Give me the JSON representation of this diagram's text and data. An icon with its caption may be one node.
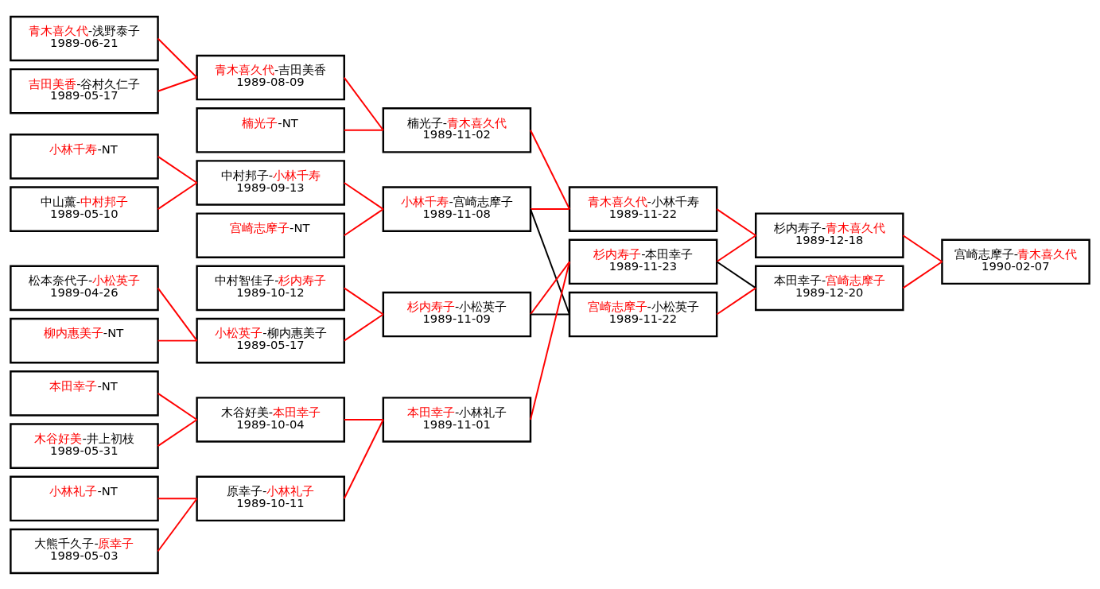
{
  "diagram": {
    "nodes": [
      {
        "text": [
          "青木喜久代-浅野泰子",
          "1989-06-21"
        ]
      },
      {
        "text": [
          "吉田美香-谷村久仁子",
          "1989-05-17"
        ]
      },
      {
        "text": [
          "小林千寿-NT"
        ]
      },
      {
        "text": [
          "中山薰-中村邦子",
          "1989-05-10"
        ]
      },
      {
        "text": [
          "松本奈代子-小松英子",
          "1989-04-26"
        ]
      },
      {
        "text": [
          "柳内惠美子-NT"
        ]
      },
      {
        "text": [
          "本田幸子-NT"
        ]
      },
      {
        "text": [
          "木谷好美-井上初枝",
          "1989-05-31"
        ]
      },
      {
        "text": [
          "小林礼子-NT"
        ]
      },
      {
        "text": [
          "大熊千久子-原幸子",
          "1989-05-03"
        ]
      },
      {
        "text": [
          "青木喜久代-吉田美香",
          "1989-08-09"
        ]
      },
      {
        "text": [
          "楠光子-NT"
        ]
      },
      {
        "text": [
          "中村邦子-小林千寿",
          "1989-09-13"
        ]
      },
      {
        "text": [
          "宫崎志摩子-NT"
        ]
      },
      {
        "text": [
          "中村智佳子-杉内寿子",
          "1989-10-12"
        ]
      },
      {
        "text": [
          "小松英子-柳内惠美子",
          "1989-05-17"
        ]
      },
      {
        "text": [
          "木谷好美-本田幸子",
          "1989-10-04"
        ]
      },
      {
        "text": [
          "原幸子-小林礼子",
          "1989-10-11"
        ]
      },
      {
        "text": [
          "楠光子-青木喜久代",
          "1989-11-02"
        ]
      },
      {
        "text": [
          "小林千寿-宫崎志摩子",
          "1989-11-08"
        ]
      },
      {
        "text": [
          "杉内寿子-小松英子",
          "1989-11-09"
        ]
      },
      {
        "text": [
          "本田幸子-小林礼子",
          "1989-11-01"
        ]
      },
      {
        "text": [
          "青木喜久代-小林千寿",
          "1989-11-22"
        ]
      },
      {
        "text": [
          "杉内寿子-本田幸子",
          "1989-11-23"
        ]
      },
      {
        "text": [
          "宫崎志摩子-小松英子",
          "1989-11-22"
        ]
      },
      {
        "text": [
          "杉内寿子-青木喜久代",
          "1989-12-18"
        ]
      },
      {
        "text": [
          "本田幸子-宫崎志摩子",
          "1989-12-20"
        ]
      },
      {
        "text": [
          "宫崎志摩子-青木喜久代",
          "1990-02-07"
        ]
      }
    ],
    "edges": [
      {
        "from": 0,
        "to": 10,
        "arrow": "none"
      },
      {
        "from": 1,
        "to": 10,
        "arrow": "none"
      },
      {
        "from": 2,
        "to": 12,
        "arrow": "none"
      },
      {
        "from": 3,
        "to": 12,
        "arrow": "none"
      },
      {
        "from": 4,
        "to": 15,
        "arrow": "none"
      },
      {
        "from": 5,
        "to": 15,
        "arrow": "none"
      },
      {
        "from": 6,
        "to": 16,
        "arrow": "none"
      },
      {
        "from": 7,
        "to": 16,
        "arrow": "none"
      },
      {
        "from": 8,
        "to": 17,
        "arrow": "none"
      },
      {
        "from": 9,
        "to": 17,
        "arrow": "none"
      },
      {
        "from": 10,
        "to": 18,
        "arrow": "none"
      },
      {
        "from": 11,
        "to": 18,
        "arrow": "none"
      },
      {
        "from": 12,
        "to": 19,
        "arrow": "none"
      },
      {
        "from": 13,
        "to": 19,
        "arrow": "none"
      },
      {
        "from": 14,
        "to": 20,
        "arrow": "none"
      },
      {
        "from": 15,
        "to": 20,
        "arrow": "none"
      },
      {
        "from": 16,
        "to": 21,
        "arrow": "none"
      },
      {
        "from": 17,
        "to": 21,
        "arrow": "none"
      },
      {
        "from": 18,
        "to": 22,
        "arrow": "none"
      },
      {
        "from": 19,
        "to": 22,
        "arrow": "none"
      },
      {
        "from": 20,
        "to": 23,
        "arrow": "none"
      },
      {
        "from": 21,
        "to": 23,
        "arrow": "none"
      },
      {
        "from": 19,
        "to": 24,
        "arrow": "none",
        "color": "#000000"
      },
      {
        "from": 20,
        "to": 24,
        "arrow": "none",
        "color": "#000000"
      },
      {
        "from": 22,
        "to": 25,
        "arrow": "none"
      },
      {
        "from": 23,
        "to": 25,
        "arrow": "none"
      },
      {
        "from": 23,
        "to": 26,
        "arrow": "none",
        "color": "#000000"
      },
      {
        "from": 24,
        "to": 26,
        "arrow": "none"
      },
      {
        "from": 25,
        "to": 27,
        "arrow": "none"
      },
      {
        "from": 26,
        "to": 27,
        "arrow": "none"
      }
    ]
  }
}
